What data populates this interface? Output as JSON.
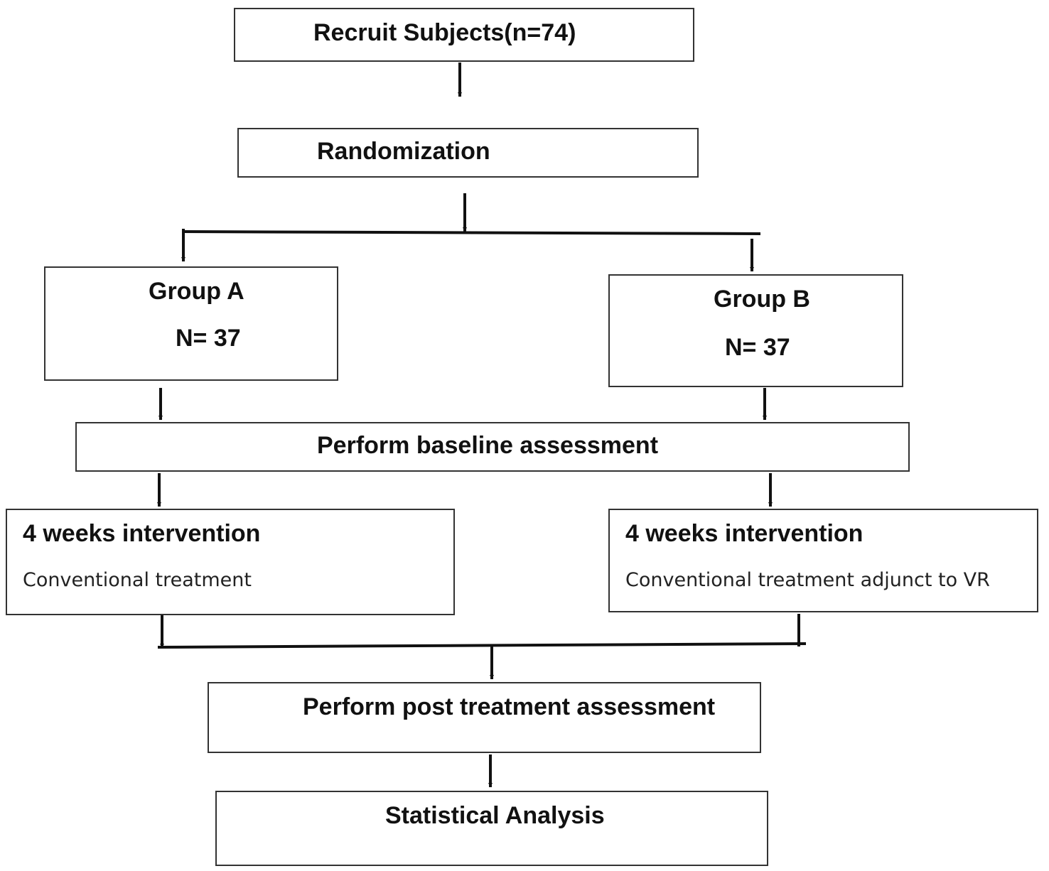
{
  "recruit": {
    "label": "Recruit Subjects(n=74)"
  },
  "randomization": {
    "label": "Randomization"
  },
  "group_a": {
    "title": "Group A",
    "count": "N= 37"
  },
  "group_b": {
    "title": "Group B",
    "count": "N= 37"
  },
  "baseline": {
    "label": "Perform baseline assessment"
  },
  "intervention_a": {
    "title": "4 weeks intervention",
    "detail": "Conventional treatment"
  },
  "intervention_b": {
    "title": "4 weeks intervention",
    "detail": "Conventional treatment adjunct to VR"
  },
  "post": {
    "label": "Perform post treatment assessment"
  },
  "analysis": {
    "label": "Statistical Analysis"
  },
  "colors": {
    "line": "#111111",
    "box_border": "#333333",
    "text": "#111111"
  }
}
